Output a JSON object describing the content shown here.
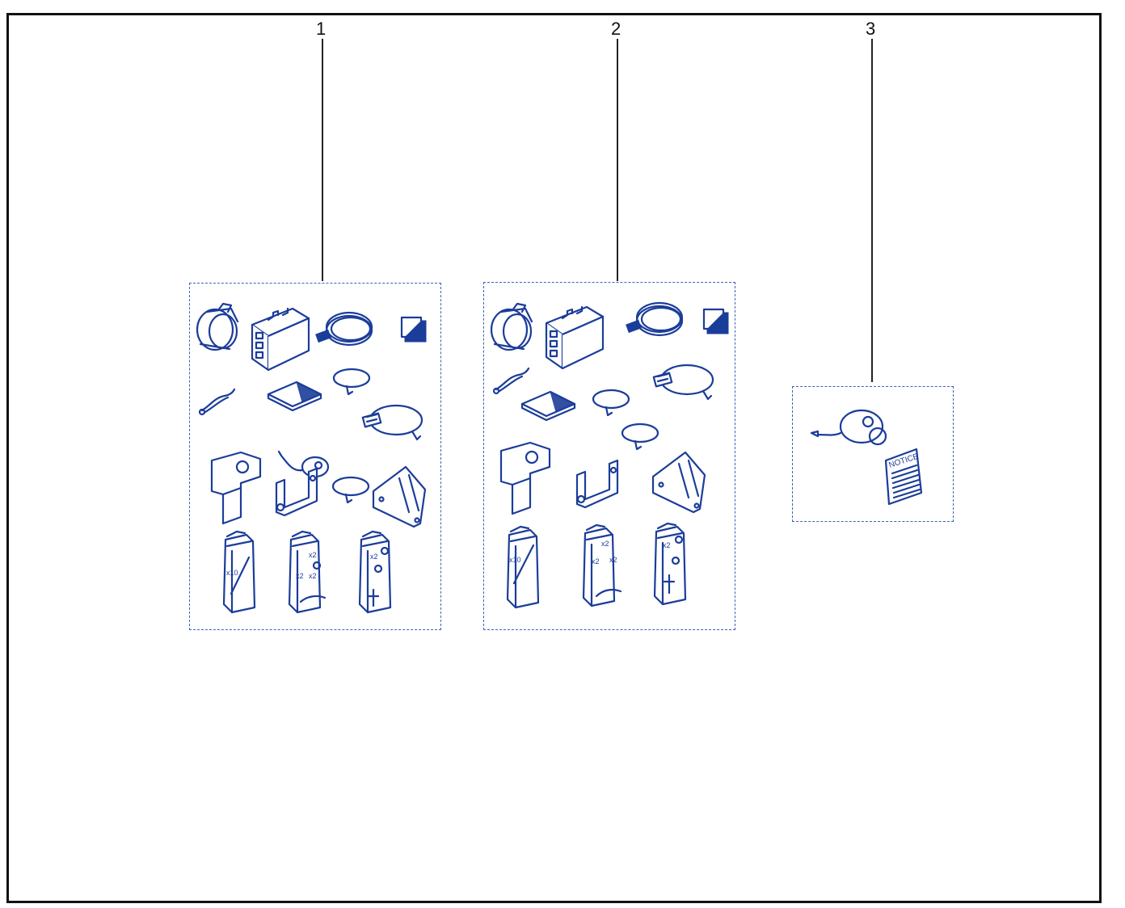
{
  "diagram": {
    "callouts": [
      {
        "label": "1"
      },
      {
        "label": "2"
      },
      {
        "label": "3"
      }
    ],
    "kit_1": {
      "bag_quantities": [
        "x10",
        "x2",
        "x2",
        "x2",
        "x2"
      ]
    },
    "kit_2": {
      "bag_quantities": [
        "x10",
        "x2",
        "x2",
        "x2",
        "x2"
      ]
    },
    "kit_3": {
      "booklet_label": "NOTICE"
    },
    "colors": {
      "line_art": "#1b3d9a",
      "dashed_box": "#3a62b8",
      "frame": "#111111"
    }
  }
}
